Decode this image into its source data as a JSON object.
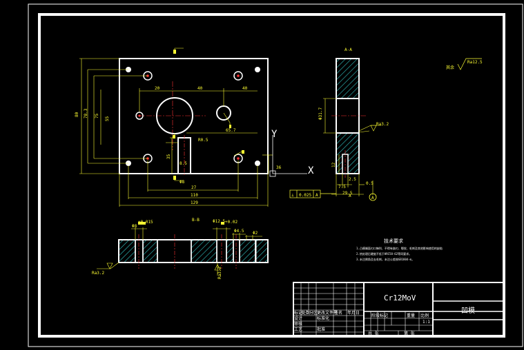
{
  "colors": {
    "background": "#000000",
    "outline": "#ffffff",
    "dimension": "#ffff33",
    "hatch": "#33cccc",
    "center": "#ff3333"
  },
  "drawing": {
    "section_aa_label": "A-A",
    "section_bb_label": "B-B",
    "section_marker": "A",
    "roughness_note": {
      "prefix": "其余",
      "value": "Ra12.5"
    },
    "ucs_y": "Y",
    "ucs_x": "X"
  },
  "dims_front": {
    "overall_height": "80",
    "h2": "78.3",
    "h3": "75",
    "h4": "55",
    "top_left": "20",
    "top_mid": "40",
    "top_right": "40",
    "slot_depth": "35",
    "slot_width": "8.5",
    "right_small": "36",
    "r_dim": "R0.5",
    "dia_tag": "Φ8",
    "bottom_1": "27",
    "bottom_2": "110",
    "bottom_3": "129",
    "horiz_mid": "65.7"
  },
  "dims_side": {
    "dia_label": "Φ31.7",
    "rough": "Ra3.2",
    "small": "12",
    "w1": "7.5",
    "w2": "2.5",
    "total": "29.5",
    "tol_tag": "A",
    "gdt_symbol": "⊥",
    "gdt_value": "0.025",
    "gdt_datum": "A",
    "right_tag": "0.5"
  },
  "dims_bottom": {
    "left_dia": "Φ8",
    "left_tol": "+0.015",
    "mid_dia": "Φ12.5",
    "mid_tol": "+0.02",
    "right_dia_1": "Φ4.5",
    "right_dia_2": "Φ2",
    "rough_left": "Ra3.2",
    "rough_mid": "Ra3.2"
  },
  "tech_req": {
    "title": "技术要求",
    "lines": [
      "1.凸模端面刃口锋利、不得有崩刃、裂纹、毛刺及其他影响使用的缺陷",
      "2.热处理后硬度不低于HRC58-62等同要求。",
      "3.未注倒角及去毛刺，未注公差按GB1804-m。"
    ]
  },
  "title_block": {
    "material": "Cr12MoV",
    "part_name": "凹模",
    "scale": "1:1",
    "header_cells": [
      "标记",
      "处数",
      "分区",
      "更改文件号",
      "签名",
      "年月日"
    ],
    "role_cells": [
      "设计",
      "标准化",
      "审核",
      "工艺",
      "批准"
    ],
    "stage_cells": [
      "阶段标记",
      "重量",
      "比例"
    ],
    "sheet_cells": [
      "共 张",
      "第 张"
    ]
  }
}
